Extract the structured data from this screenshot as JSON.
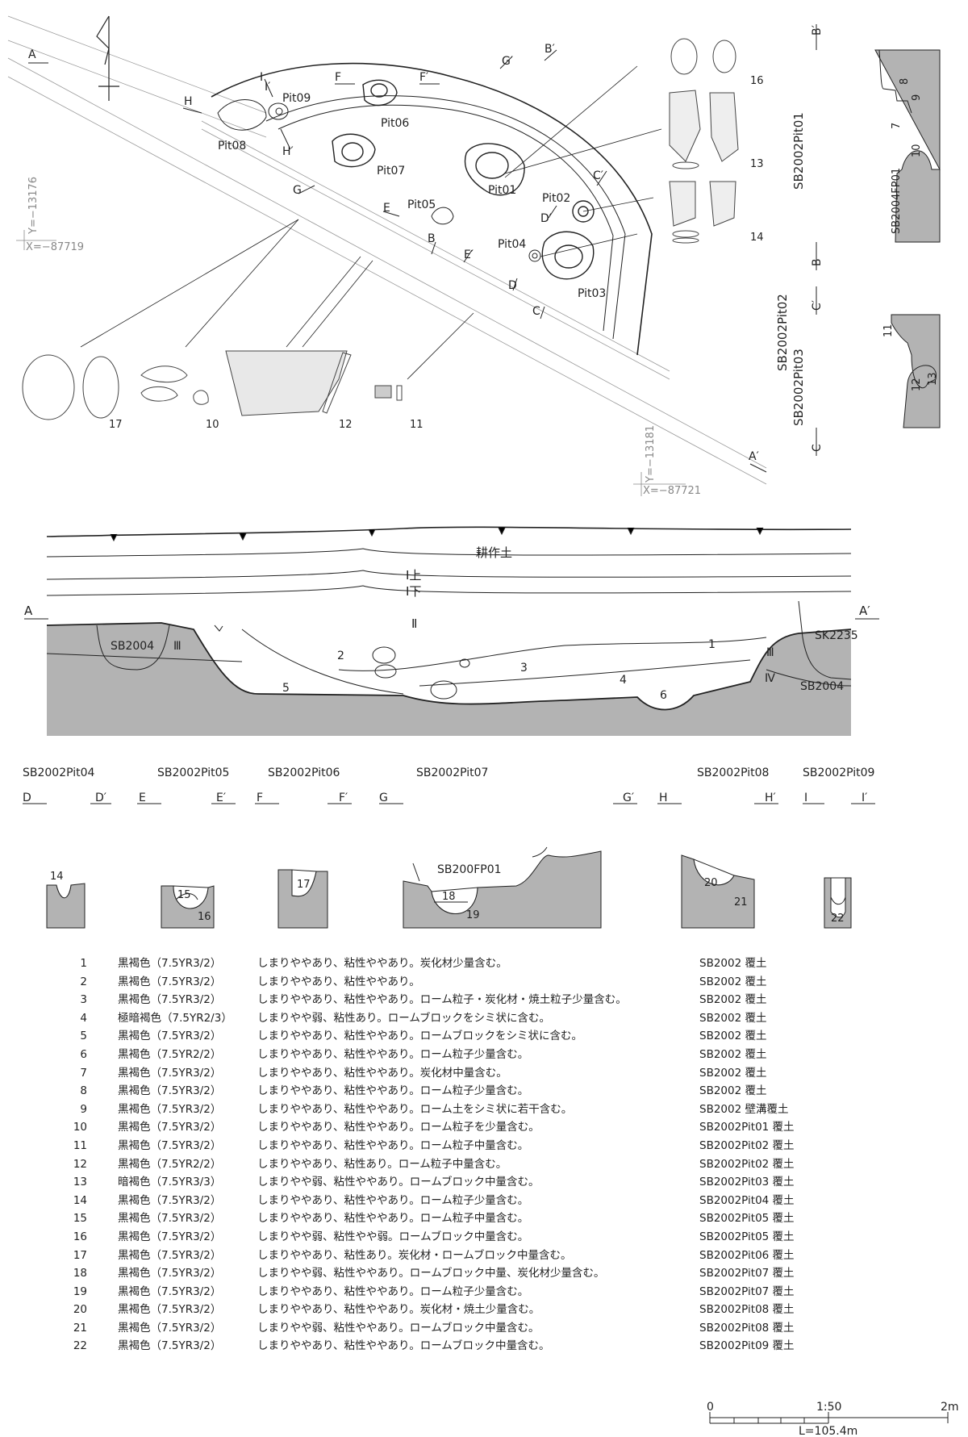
{
  "plan": {
    "section_marks": [
      "A",
      "A′",
      "B",
      "B′",
      "C",
      "C′",
      "D",
      "D′",
      "E",
      "E′",
      "F",
      "F′",
      "G",
      "G′",
      "H",
      "H′",
      "I",
      "I′"
    ],
    "pits": [
      "Pit01",
      "Pit02",
      "Pit03",
      "Pit04",
      "Pit05",
      "Pit06",
      "Pit07",
      "Pit08",
      "Pit09"
    ],
    "artifacts": [
      "16",
      "13",
      "14",
      "17",
      "10",
      "12",
      "11"
    ],
    "grid_points": [
      {
        "y_label": "Y=−13176",
        "x_label": "X=−87719"
      },
      {
        "y_label": "Y=−13181",
        "x_label": "X=−87721"
      }
    ]
  },
  "side_sections": {
    "top": {
      "title": "SB2002Pit01",
      "mark_top": "B′",
      "mark_bottom": "B",
      "layers": [
        "7",
        "8",
        "9",
        "10"
      ],
      "sub": "SB2004FP01"
    },
    "bottom": {
      "title1": "SB2002Pit02",
      "title2": "SB2002Pit03",
      "mark_top": "C′",
      "mark_bottom": "C",
      "layers": [
        "11",
        "12",
        "13"
      ]
    }
  },
  "main_section": {
    "left_mark": "A",
    "right_mark": "A′",
    "soil_labels": [
      "耕作土",
      "Ⅰ上",
      "Ⅰ下",
      "Ⅱ",
      "Ⅲ",
      "Ⅲ",
      "Ⅳ"
    ],
    "features": [
      "SB2004",
      "SB2004",
      "SK2235"
    ],
    "layers": [
      "1",
      "2",
      "3",
      "4",
      "5",
      "6"
    ]
  },
  "pit_sections": [
    {
      "title": "SB2002Pit04",
      "left": "D",
      "right": "D′",
      "layers": [
        "14"
      ]
    },
    {
      "title": "SB2002Pit05",
      "left": "E",
      "right": "E′",
      "layers": [
        "15",
        "16"
      ]
    },
    {
      "title": "SB2002Pit06",
      "left": "F",
      "right": "F′",
      "layers": [
        "17"
      ]
    },
    {
      "title": "SB2002Pit07",
      "left": "G",
      "right": "G′",
      "layers": [
        "18",
        "19"
      ],
      "note": "SB200FP01"
    },
    {
      "title": "SB2002Pit08",
      "left": "H",
      "right": "H′",
      "layers": [
        "20",
        "21"
      ]
    },
    {
      "title": "SB2002Pit09",
      "left": "I",
      "right": "I′",
      "layers": [
        "22"
      ]
    }
  ],
  "legend": [
    {
      "no": "1",
      "color": "黒褐色（7.5YR3/2）",
      "desc": "しまりややあり、粘性ややあり。炭化材少量含む。",
      "layer": "SB2002 覆土"
    },
    {
      "no": "2",
      "color": "黒褐色（7.5YR3/2）",
      "desc": "しまりややあり、粘性ややあり。",
      "layer": "SB2002 覆土"
    },
    {
      "no": "3",
      "color": "黒褐色（7.5YR3/2）",
      "desc": "しまりややあり、粘性ややあり。ローム粒子・炭化材・焼土粒子少量含む。",
      "layer": "SB2002 覆土"
    },
    {
      "no": "4",
      "color": "極暗褐色（7.5YR2/3）",
      "desc": "しまりやや弱、粘性あり。ロームブロックをシミ状に含む。",
      "layer": "SB2002 覆土"
    },
    {
      "no": "5",
      "color": "黒褐色（7.5YR3/2）",
      "desc": "しまりややあり、粘性ややあり。ロームブロックをシミ状に含む。",
      "layer": "SB2002 覆土"
    },
    {
      "no": "6",
      "color": "黒褐色（7.5YR2/2）",
      "desc": "しまりややあり、粘性ややあり。ローム粒子少量含む。",
      "layer": "SB2002 覆土"
    },
    {
      "no": "7",
      "color": "黒褐色（7.5YR3/2）",
      "desc": "しまりややあり、粘性ややあり。炭化材中量含む。",
      "layer": "SB2002 覆土"
    },
    {
      "no": "8",
      "color": "黒褐色（7.5YR3/2）",
      "desc": "しまりややあり、粘性ややあり。ローム粒子少量含む。",
      "layer": "SB2002 覆土"
    },
    {
      "no": "9",
      "color": "黒褐色（7.5YR3/2）",
      "desc": "しまりややあり、粘性ややあり。ローム土をシミ状に若干含む。",
      "layer": "SB2002 壁溝覆土"
    },
    {
      "no": "10",
      "color": "黒褐色（7.5YR3/2）",
      "desc": "しまりややあり、粘性ややあり。ローム粒子を少量含む。",
      "layer": "SB2002Pit01 覆土"
    },
    {
      "no": "11",
      "color": "黒褐色（7.5YR3/2）",
      "desc": "しまりややあり、粘性ややあり。ローム粒子中量含む。",
      "layer": "SB2002Pit02 覆土"
    },
    {
      "no": "12",
      "color": "黒褐色（7.5YR2/2）",
      "desc": "しまりややあり、粘性あり。ローム粒子中量含む。",
      "layer": "SB2002Pit02 覆土"
    },
    {
      "no": "13",
      "color": "暗褐色（7.5YR3/3）",
      "desc": "しまりやや弱、粘性ややあり。ロームブロック中量含む。",
      "layer": "SB2002Pit03 覆土"
    },
    {
      "no": "14",
      "color": "黒褐色（7.5YR3/2）",
      "desc": "しまりややあり、粘性ややあり。ローム粒子少量含む。",
      "layer": "SB2002Pit04 覆土"
    },
    {
      "no": "15",
      "color": "黒褐色（7.5YR3/2）",
      "desc": "しまりややあり、粘性ややあり。ローム粒子中量含む。",
      "layer": "SB2002Pit05 覆土"
    },
    {
      "no": "16",
      "color": "黒褐色（7.5YR3/2）",
      "desc": "しまりやや弱、粘性やや弱。ロームブロック中量含む。",
      "layer": "SB2002Pit05 覆土"
    },
    {
      "no": "17",
      "color": "黒褐色（7.5YR3/2）",
      "desc": "しまりややあり、粘性あり。炭化材・ロームブロック中量含む。",
      "layer": "SB2002Pit06 覆土"
    },
    {
      "no": "18",
      "color": "黒褐色（7.5YR3/2）",
      "desc": "しまりやや弱、粘性ややあり。ロームブロック中量、炭化材少量含む。",
      "layer": "SB2002Pit07 覆土"
    },
    {
      "no": "19",
      "color": "黒褐色（7.5YR3/2）",
      "desc": "しまりややあり、粘性ややあり。ローム粒子少量含む。",
      "layer": "SB2002Pit07 覆土"
    },
    {
      "no": "20",
      "color": "黒褐色（7.5YR3/2）",
      "desc": "しまりややあり、粘性ややあり。炭化材・焼土少量含む。",
      "layer": "SB2002Pit08 覆土"
    },
    {
      "no": "21",
      "color": "黒褐色（7.5YR3/2）",
      "desc": "しまりやや弱、粘性ややあり。ロームブロック中量含む。",
      "layer": "SB2002Pit08 覆土"
    },
    {
      "no": "22",
      "color": "黒褐色（7.5YR3/2）",
      "desc": "しまりややあり、粘性ややあり。ロームブロック中量含む。",
      "layer": "SB2002Pit09 覆土"
    }
  ],
  "scale": {
    "zero": "0",
    "ratio": "1:50",
    "max": "2m",
    "level": "L=105.4m"
  },
  "colors": {
    "fill_grey": "#b3b3b3",
    "line": "#222222"
  }
}
